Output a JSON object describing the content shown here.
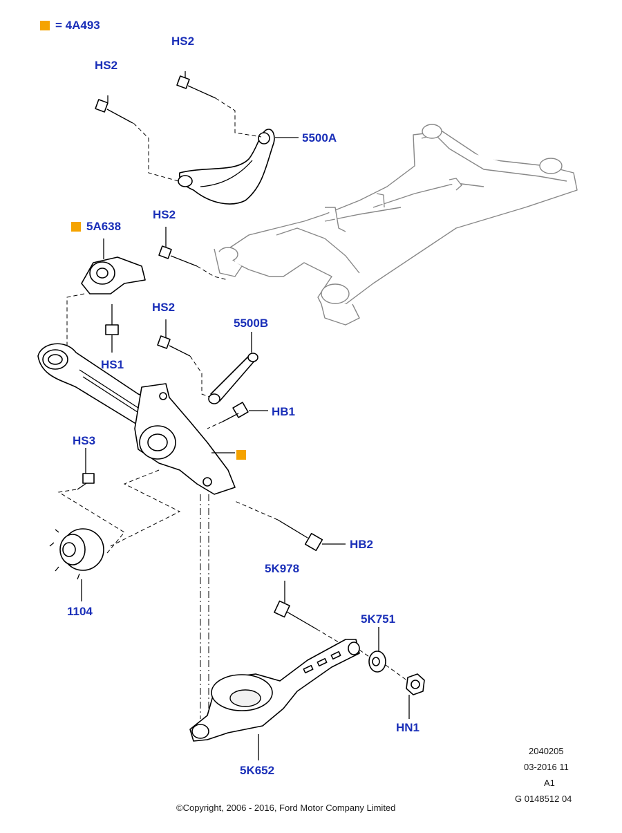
{
  "legend": {
    "text": "= 4A493",
    "color": "#f5a300"
  },
  "labels": {
    "hs2_top": "HS2",
    "hs2_left": "HS2",
    "p5500a": "5500A",
    "hs2_mid": "HS2",
    "p5a638": "5A638",
    "hs2_lower": "HS2",
    "p5500b": "5500B",
    "hs1": "HS1",
    "hb1": "HB1",
    "hs3": "HS3",
    "hb2": "HB2",
    "p1104": "1104",
    "p5k978": "5K978",
    "p5k751": "5K751",
    "hn1": "HN1",
    "p5k652": "5K652"
  },
  "footer": {
    "code1": "2040205",
    "date": "03-2016 11",
    "rev": "A1",
    "ref": "G 0148512 04",
    "copyright": "©Copyright, 2006 - 2016, Ford Motor Company Limited"
  },
  "colors": {
    "label": "#1a2fb8",
    "accent": "#f5a300"
  }
}
